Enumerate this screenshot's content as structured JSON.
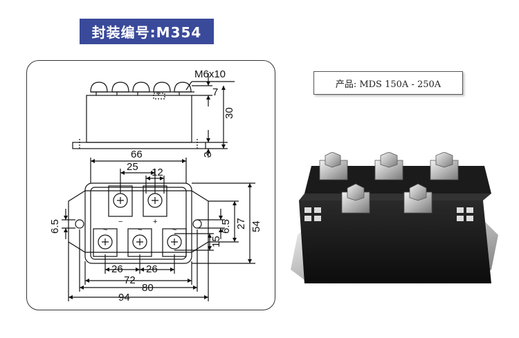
{
  "title": "封装编号:M354",
  "product_label": "产品: MDS 150A - 250A",
  "side_view": {
    "screw_label": "M6x10",
    "dims": {
      "d7": "7",
      "d30": "30",
      "d3": "3"
    }
  },
  "top_view": {
    "dims": {
      "d66": "66",
      "d25": "25",
      "d12": "12",
      "d6_5_left": "6.5",
      "d6_5_right": "6.5",
      "d27": "27",
      "d54": "54",
      "d15": "15",
      "d26a": "26",
      "d26b": "26",
      "d72": "72",
      "d80": "80",
      "d94": "94"
    },
    "terminal_marks": {
      "minus": "−",
      "plus": "+",
      "tilde": "~"
    }
  },
  "colors": {
    "badge": "#3a4a9a",
    "line": "#111111"
  }
}
